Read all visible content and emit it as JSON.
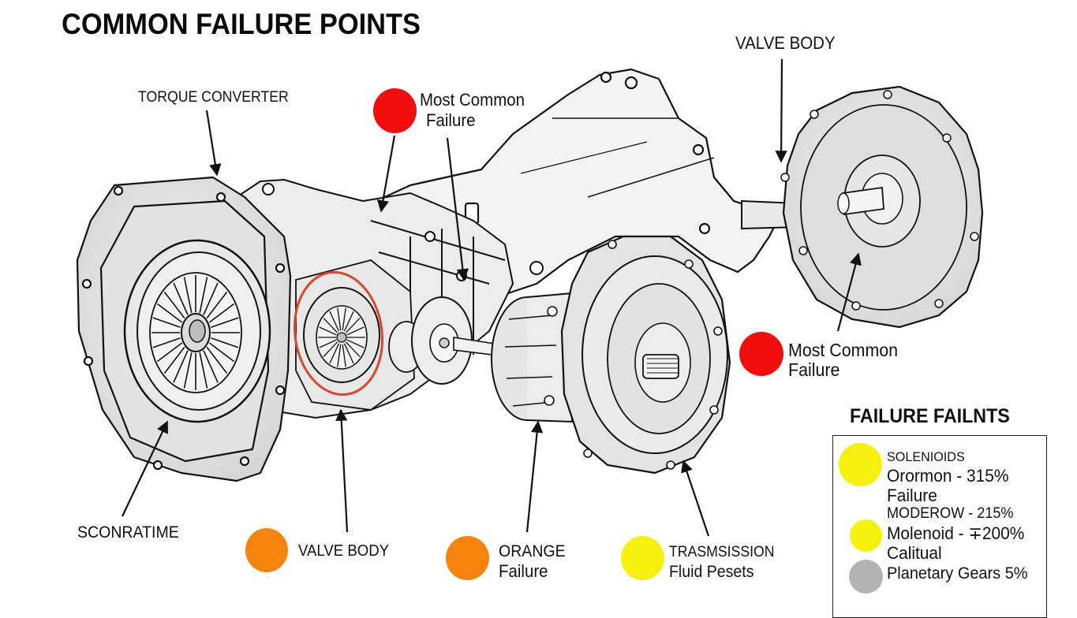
{
  "title": "COMMON FAILURE POINTS",
  "colors": {
    "red": "#f20d0d",
    "orange": "#f5830c",
    "yellow": "#f5f00c",
    "gray": "#b3b3b3",
    "highlight_ring": "#d9482e"
  },
  "callouts": {
    "torque_converter": "TORQUE CONVERTER",
    "top_failure_line1": "Most Common",
    "top_failure_line2": "Failure",
    "valve_body_top": "VALVE BODY",
    "right_failure_line1": "Most Common",
    "right_failure_line2": "Failure",
    "sconratime": "SCONRATIME",
    "valve_body_bottom": "VALVE BODY",
    "orange_line1": "ORANGE",
    "orange_line2": "Failure",
    "trans_line1": "TRASMSISSION",
    "trans_line2": "Fluid Pesets"
  },
  "legend": {
    "title": "FAILURE FAILNTS",
    "items": [
      {
        "color": "yellow",
        "lines": [
          "SOLENIOIDS",
          "Orormon - 315%",
          "Failure"
        ]
      },
      {
        "color": "yellow",
        "lines": [
          "MODEROW - 215%",
          "Molenoid - ∓200%",
          "Calitual"
        ]
      },
      {
        "color": "gray",
        "lines": [
          "Planetary Gears 5%"
        ]
      }
    ]
  },
  "icons": {
    "severity_marker": "filled-circle",
    "pointer": "arrow"
  }
}
